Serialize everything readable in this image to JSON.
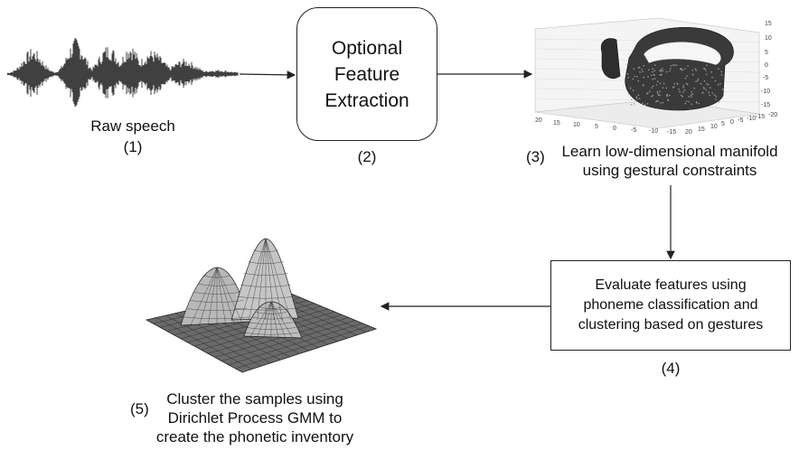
{
  "step1": {
    "label": "Raw speech",
    "num": "(1)"
  },
  "step2": {
    "line1": "Optional",
    "line2": "Feature",
    "line3": "Extraction",
    "num": "(2)"
  },
  "step3": {
    "num": "(3)",
    "line1": "Learn low-dimensional manifold",
    "line2": "using gestural constraints",
    "zticks": [
      "15",
      "10",
      "5",
      "0",
      "-5",
      "-10",
      "-15"
    ],
    "xticks": [
      "20",
      "15",
      "10",
      "5",
      "0",
      "-5",
      "-10",
      "-15"
    ],
    "yticks": [
      "20",
      "15",
      "10",
      "5",
      "0",
      "-5",
      "-10",
      "-15",
      "-20"
    ]
  },
  "step4": {
    "line1": "Evaluate features using",
    "line2": "phoneme classification and",
    "line3": "clustering based on gestures",
    "num": "(4)"
  },
  "step5": {
    "num": "(5)",
    "line1": "Cluster the samples using",
    "line2": "Dirichlet Process GMM to",
    "line3": "create the phonetic inventory"
  },
  "colors": {
    "stroke": "#222222",
    "ink": "#111111"
  }
}
